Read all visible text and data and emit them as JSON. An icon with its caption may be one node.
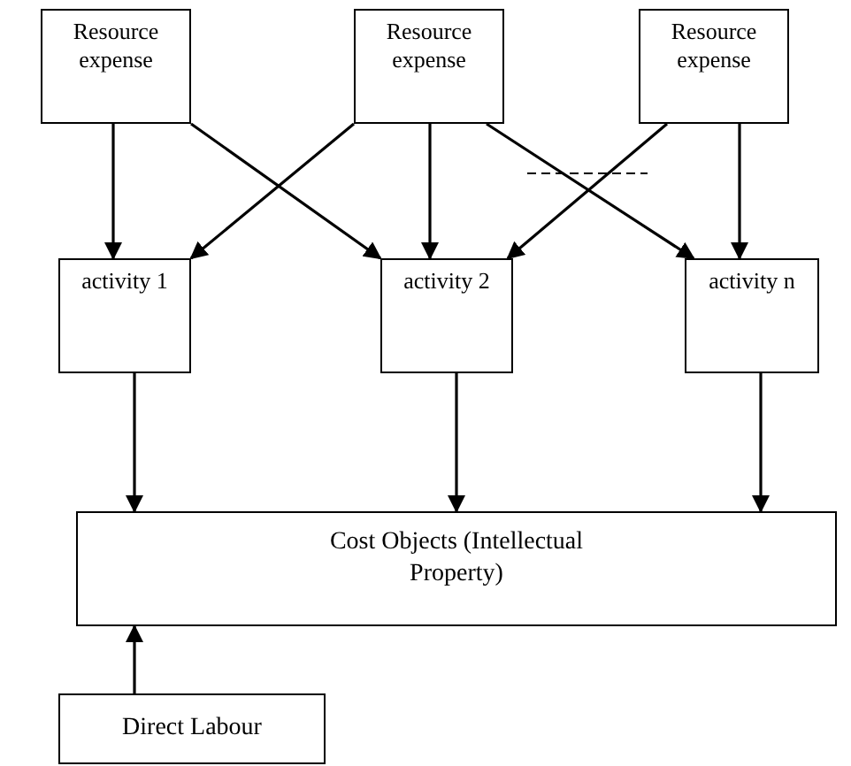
{
  "diagram": {
    "nodes": [
      {
        "text": [
          "Resource expense"
        ]
      },
      {
        "text": [
          "Resource expense"
        ]
      },
      {
        "text": [
          "Resource expense"
        ]
      },
      {
        "text": [
          "activity 1"
        ]
      },
      {
        "text": [
          "activity 2"
        ]
      },
      {
        "text": [
          "activity n"
        ]
      },
      {
        "text": [
          "Cost Objects (Intellectual Property)"
        ]
      },
      {
        "text": [
          "Direct Labour"
        ]
      }
    ],
    "edges": [
      {
        "from": 0,
        "to": 3,
        "arrow": "to"
      },
      {
        "from": 0,
        "to": 4,
        "arrow": "to"
      },
      {
        "from": 1,
        "to": 3,
        "arrow": "to"
      },
      {
        "from": 1,
        "to": 4,
        "arrow": "to"
      },
      {
        "from": 1,
        "to": 5,
        "arrow": "to"
      },
      {
        "from": 2,
        "to": 4,
        "arrow": "to"
      },
      {
        "from": 2,
        "to": 5,
        "arrow": "to"
      },
      {
        "from": 3,
        "to": 6,
        "arrow": "to"
      },
      {
        "from": 4,
        "to": 6,
        "arrow": "to"
      },
      {
        "from": 5,
        "to": 6,
        "arrow": "to"
      },
      {
        "from": 7,
        "to": 6,
        "arrow": "to"
      }
    ]
  }
}
